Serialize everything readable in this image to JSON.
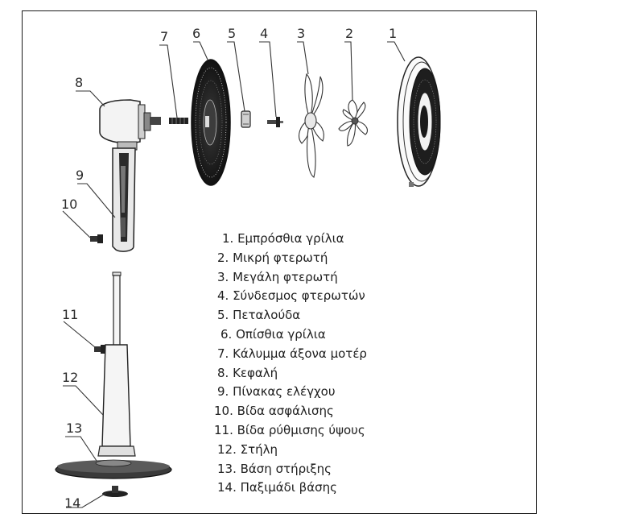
{
  "diagram": {
    "callouts": [
      "1",
      "2",
      "3",
      "4",
      "5",
      "6",
      "7",
      "8",
      "9",
      "10",
      "11",
      "12",
      "13",
      "14"
    ],
    "legend": [
      {
        "text": "1. Εμπρόσθια γρίλια",
        "indent": 6
      },
      {
        "text": "2. Μικρή φτερωτή",
        "indent": 0
      },
      {
        "text": "3. Μεγάλη φτερωτή",
        "indent": 0
      },
      {
        "text": "4. Σύνδεσμος φτερωτών",
        "indent": 0
      },
      {
        "text": "5. Πεταλούδα",
        "indent": 0
      },
      {
        "text": "6. Οπίσθια γρίλια",
        "indent": 4
      },
      {
        "text": "7. Κάλυμμα άξονα μοτέρ",
        "indent": 0
      },
      {
        "text": "8. Κεφαλή",
        "indent": 0
      },
      {
        "text": "9. Πίνακας ελέγχου",
        "indent": 0
      },
      {
        "text": "10. Βίδα ασφάλισης",
        "indent": -4
      },
      {
        "text": "11. Βίδα ρύθμισης ύψους",
        "indent": -4
      },
      {
        "text": "12. Στήλη",
        "indent": 0
      },
      {
        "text": "13. Βάση στήριξης",
        "indent": 0
      },
      {
        "text": "14. Παξιμάδι βάσης",
        "indent": 0
      }
    ]
  }
}
